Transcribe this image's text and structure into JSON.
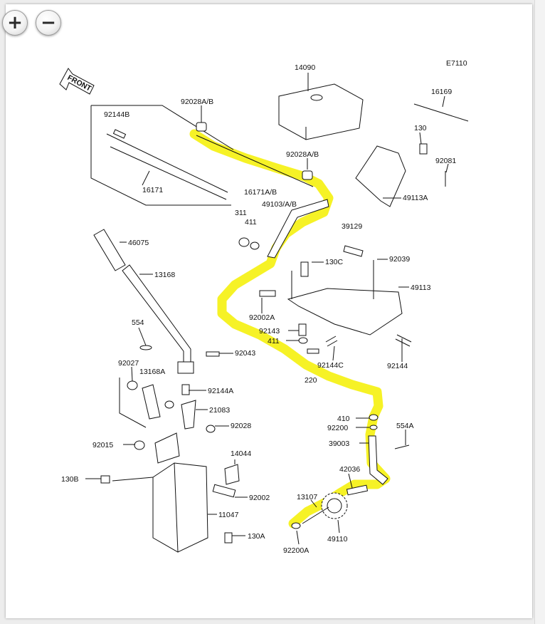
{
  "toolbar": {
    "zoom_in_label": "+",
    "zoom_out_label": "−"
  },
  "diagram": {
    "code": "E7110",
    "front_label": "FRONT",
    "highlight_color": "#f5f000",
    "parts": {
      "p14090": "14090",
      "p16169": "16169",
      "p92028ab_1": "92028A/B",
      "p92028ab_2": "92028A/B",
      "p92144b": "92144B",
      "p16171": "16171",
      "p16171ab": "16171A/B",
      "p130": "130",
      "p92081": "92081",
      "p49113a": "49113A",
      "p311": "311",
      "p411_1": "411",
      "p49103ab": "49103/A/B",
      "p39129": "39129",
      "p46075": "46075",
      "p13168": "13168",
      "p130c": "130C",
      "p92039": "92039",
      "p49113": "49113",
      "p92002a": "92002A",
      "p92143": "92143",
      "p411_2": "411",
      "p554_1": "554",
      "p92043": "92043",
      "p92144c": "92144C",
      "p92144": "92144",
      "p92027": "92027",
      "p13168a": "13168A",
      "p220": "220",
      "p92144a": "92144A",
      "p21083": "21083",
      "p410": "410",
      "p92200": "92200",
      "p554a": "554A",
      "p92028": "92028",
      "p92015": "92015",
      "p39003": "39003",
      "p14044": "14044",
      "p42036": "42036",
      "p130b": "130B",
      "p92002": "92002",
      "p13107": "13107",
      "p11047": "11047",
      "p49110": "49110",
      "p130a": "130A",
      "p92200a": "92200A"
    }
  }
}
